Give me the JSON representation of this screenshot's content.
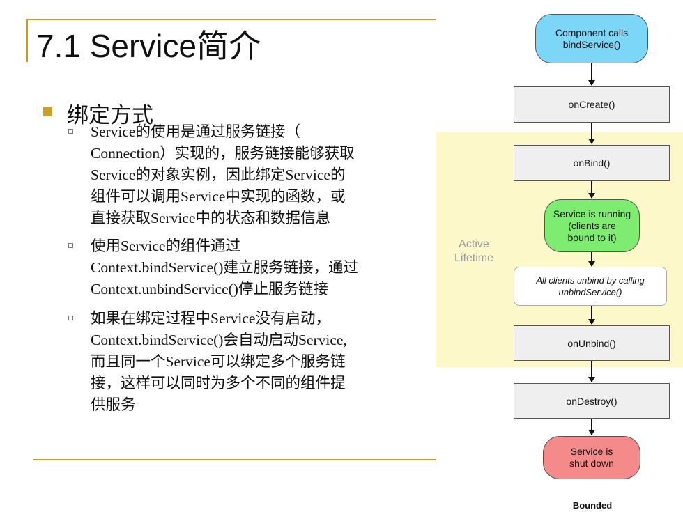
{
  "slide": {
    "title": "7.1 Service简介",
    "heading": "绑定方式",
    "bullets": [
      "Service的使用是通过服务链接（\nConnection）实现的，服务链接能够获取\nService的对象实例，因此绑定Service的\n组件可以调用Service中实现的函数，或\n直接获取Service中的状态和数据信息",
      "使用Service的组件通过\nContext.bindService()建立服务链接，通过\nContext.unbindService()停止服务链接",
      "如果在绑定过程中Service没有启动，\nContext.bindService()会自动启动Service,\n而且同一个Service可以绑定多个服务链\n接，这样可以同时为多个不同的组件提\n供服务"
    ]
  },
  "diagram": {
    "active_label": "Active\nLifetime",
    "nodes": {
      "start": "Component calls\nbindService()",
      "on_create": "onCreate()",
      "on_bind": "onBind()",
      "running": "Service is running\n(clients are\nbound to it)",
      "unbind_note": "All clients unbind by calling\nunbindService()",
      "on_unbind": "onUnbind()",
      "on_destroy": "onDestroy()",
      "shutdown": "Service is\nshut down"
    },
    "caption": "Bounded",
    "colors": {
      "start": "#7cd6f8",
      "running": "#7eec70",
      "shutdown": "#f58a8a",
      "active_region": "#fcf8c9",
      "accent": "#c8a02e"
    }
  }
}
